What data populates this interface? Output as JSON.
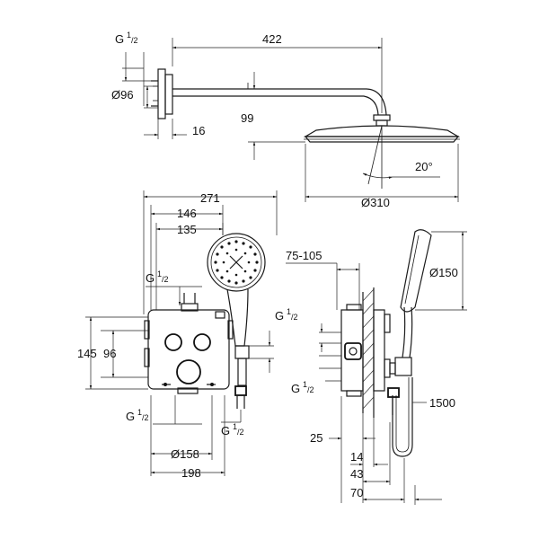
{
  "dims": {
    "top_g": "G",
    "top_g_sup": "1",
    "top_g_frac": "/2",
    "d422": "422",
    "d96_dia": "Ø96",
    "d99": "99",
    "d16": "16",
    "d20deg": "20°",
    "d310": "Ø310",
    "d271": "271",
    "d146": "146",
    "d135": "135",
    "mid_g": "G",
    "mid_g_sup": "1",
    "mid_g_frac": "/2",
    "d145": "145",
    "d96": "96",
    "bot_g_left": "G",
    "bot_g_left_sup": "1",
    "bot_g_left_frac": "/2",
    "bot_g_right": "G",
    "bot_g_right_sup": "1",
    "bot_g_right_frac": "/2",
    "d158": "Ø158",
    "d198": "198",
    "d75_105": "75-105",
    "right_g1": "G",
    "right_g1_sup": "1",
    "right_g1_frac": "/2",
    "right_g2": "G",
    "right_g2_sup": "1",
    "right_g2_frac": "/2",
    "d25": "25",
    "d14": "14",
    "d43": "43",
    "d70": "70",
    "d150": "Ø150",
    "d1500": "1500"
  }
}
